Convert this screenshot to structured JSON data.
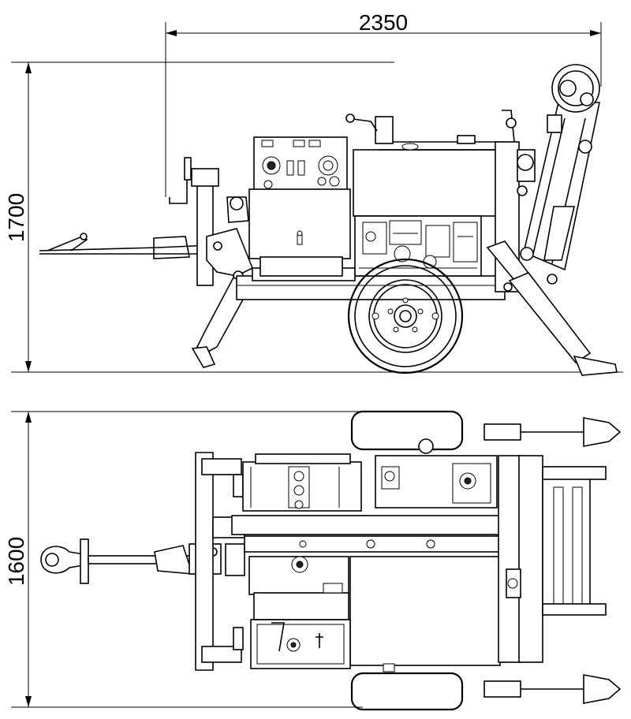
{
  "dimensions": {
    "overall_length": "2350",
    "side_height": "1700",
    "top_width": "1600"
  },
  "colors": {
    "line": "#000000",
    "background": "#ffffff"
  }
}
